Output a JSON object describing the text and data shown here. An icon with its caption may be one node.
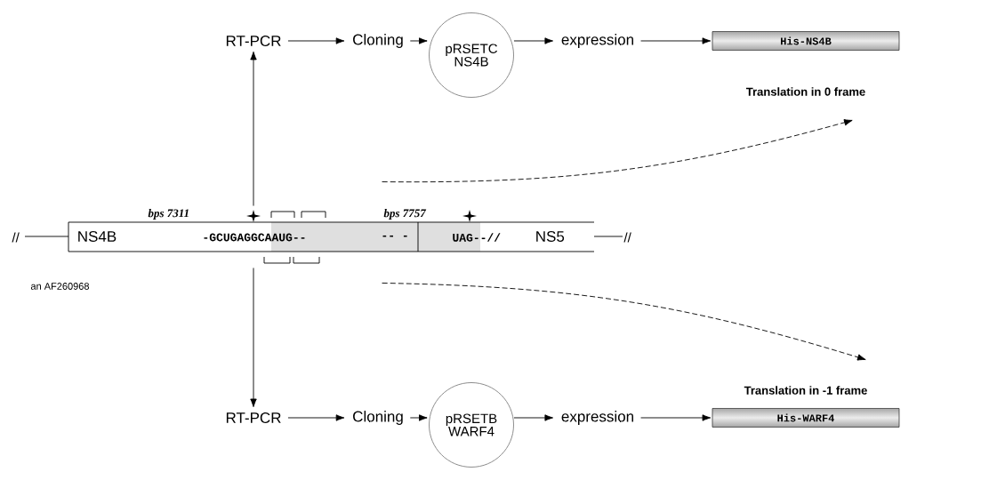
{
  "diagram": {
    "nodes": [
      {
        "text": [
          "RT-PCR"
        ]
      },
      {
        "text": [
          "Cloning"
        ]
      },
      {
        "text": [
          "pRSETC NS4B"
        ]
      },
      {
        "text": [
          "expression"
        ]
      },
      {
        "text": [
          "His-NS4B"
        ],
        "beside": [
          "Translation in 0 frame"
        ]
      },
      {
        "text": [
          "NS4B",
          "-GCUGAGGCAAUG--",
          "-- -",
          "UAG--//",
          "NS5"
        ],
        "beside": [
          "bps 7311",
          "bps 7757"
        ]
      },
      {
        "text": [
          "RT-PCR"
        ]
      },
      {
        "text": [
          "Cloning"
        ]
      },
      {
        "text": [
          "pRSETB WARF4"
        ]
      },
      {
        "text": [
          "expression"
        ]
      },
      {
        "text": [
          "His-WARF4"
        ],
        "beside": [
          "Translation in -1 frame"
        ]
      }
    ],
    "edges": [
      {
        "from": 5,
        "to": 0,
        "arrow": "to"
      },
      {
        "from": 0,
        "to": 1,
        "arrow": "to"
      },
      {
        "from": 1,
        "to": 2,
        "arrow": "to"
      },
      {
        "from": 2,
        "to": 3,
        "arrow": "to"
      },
      {
        "from": 3,
        "to": 4,
        "arrow": "to"
      },
      {
        "from": 5,
        "to": 4,
        "arrow": "to",
        "style": "dashed"
      },
      {
        "from": 5,
        "to": 6,
        "arrow": "to"
      },
      {
        "from": 6,
        "to": 7,
        "arrow": "to"
      },
      {
        "from": 7,
        "to": 8,
        "arrow": "to"
      },
      {
        "from": 8,
        "to": 9,
        "arrow": "to"
      },
      {
        "from": 9,
        "to": 10,
        "arrow": "to"
      },
      {
        "from": 5,
        "to": 10,
        "arrow": "to",
        "style": "dashed"
      }
    ],
    "labels": [
      "//",
      "//",
      "an AF260968"
    ]
  }
}
